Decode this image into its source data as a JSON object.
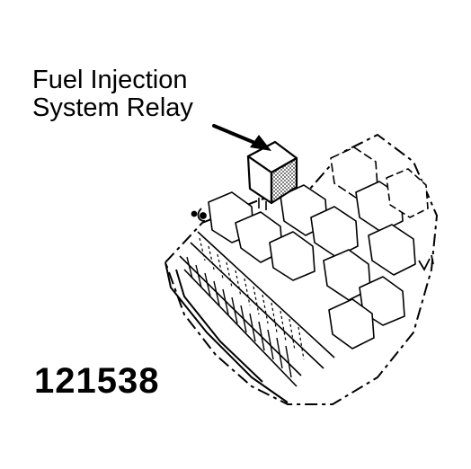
{
  "diagram": {
    "callout": {
      "line1": "Fuel Injection",
      "line2": "System Relay"
    },
    "figure_number": "121538",
    "colors": {
      "ink": "#000000",
      "paper": "#ffffff",
      "relay_shade": "#7a7a7a"
    }
  }
}
